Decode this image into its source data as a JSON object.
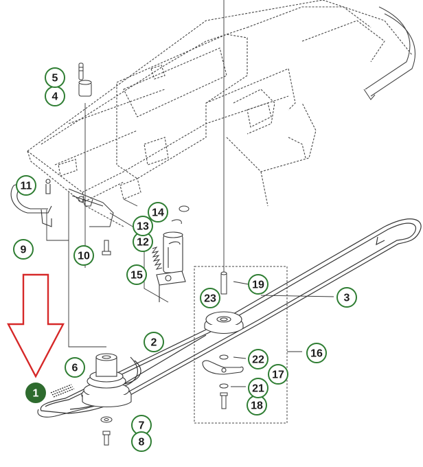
{
  "diagram": {
    "colors": {
      "line": "#333333",
      "callout_ring": "#2e7d32",
      "callout_fill": "#ffffff",
      "callout_text": "#1b1b1b",
      "selected_fill": "#2e6b2e",
      "selected_text": "#ffffff",
      "arrow": "#d62828"
    },
    "callouts": [
      {
        "label": "1",
        "selected": true
      },
      {
        "label": "2"
      },
      {
        "label": "3"
      },
      {
        "label": "4"
      },
      {
        "label": "5"
      },
      {
        "label": "6"
      },
      {
        "label": "7"
      },
      {
        "label": "8"
      },
      {
        "label": "9"
      },
      {
        "label": "10"
      },
      {
        "label": "11"
      },
      {
        "label": "12"
      },
      {
        "label": "13"
      },
      {
        "label": "14"
      },
      {
        "label": "15"
      },
      {
        "label": "16"
      },
      {
        "label": "17"
      },
      {
        "label": "18"
      },
      {
        "label": "19"
      },
      {
        "label": "21"
      },
      {
        "label": "22"
      },
      {
        "label": "23"
      }
    ],
    "highlight_arrow": {
      "points_to": "1",
      "icon": "down-arrow-icon"
    }
  }
}
